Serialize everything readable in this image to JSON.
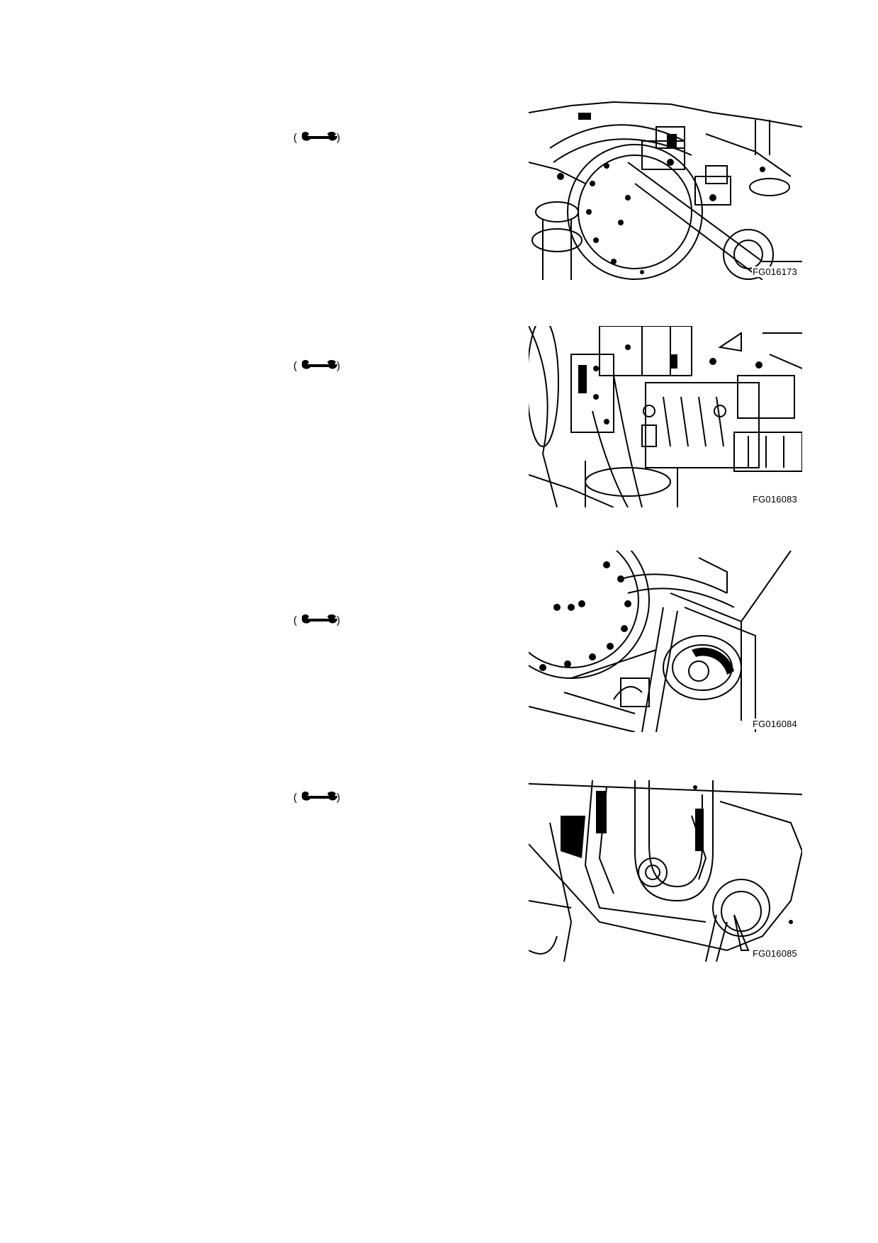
{
  "steps": [
    {
      "tool_icon": "wrench-icon",
      "figure_code": "FG016173"
    },
    {
      "tool_icon": "wrench-icon",
      "figure_code": "FG016083"
    },
    {
      "tool_icon": "wrench-icon",
      "figure_code": "FG016084"
    },
    {
      "tool_icon": "wrench-icon",
      "figure_code": "FG016085"
    }
  ]
}
